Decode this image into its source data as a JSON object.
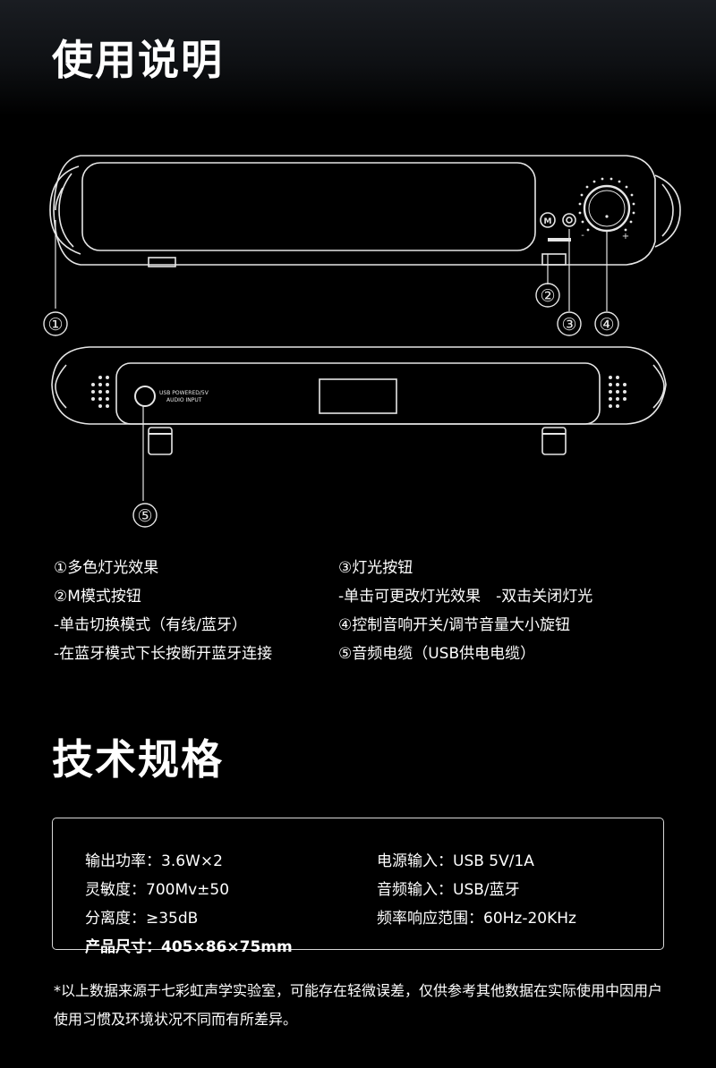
{
  "titles": {
    "usage": "使用说明",
    "spec": "技术规格"
  },
  "diagram": {
    "callouts": [
      "①",
      "②",
      "③",
      "④",
      "⑤"
    ],
    "button_m_label": "M",
    "port_label_line1": "USB POWERED/5V",
    "port_label_line2": "AUDIO INPUT",
    "volume_minus": "-",
    "volume_plus": "+"
  },
  "instructions": {
    "left": [
      "①多色灯光效果",
      "②M模式按钮",
      "-单击切换模式（有线/蓝牙）",
      "-在蓝牙模式下长按断开蓝牙连接"
    ],
    "right": [
      "③灯光按钮",
      "-单击可更改灯光效果　-双击关闭灯光",
      "④控制音响开关/调节音量大小旋钮",
      "⑤音频电缆（USB供电电缆）"
    ]
  },
  "specs": {
    "left": [
      "输出功率：3.6W×2",
      "灵敏度：700Mv±50",
      "分离度：≥35dB",
      "产品尺寸：405×86×75mm"
    ],
    "right": [
      "电源输入：USB 5V/1A",
      "音频输入：USB/蓝牙",
      "频率响应范围：60Hz-20KHz"
    ]
  },
  "footnote": "*以上数据来源于七彩虹声学实验室，可能存在轻微误差，仅供参考其他数据在实际使用中因用户使用习惯及环境状况不同而有所差异。",
  "colors": {
    "background": "#000000",
    "text": "#ffffff",
    "line_art": "#e6e6e6"
  }
}
